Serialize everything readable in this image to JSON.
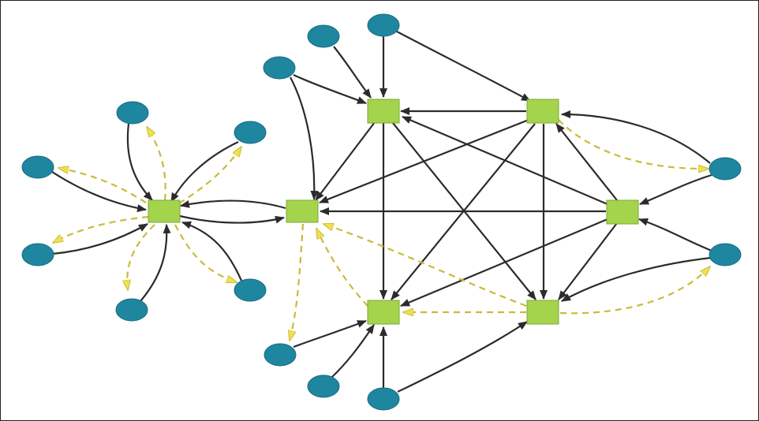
{
  "diagram": {
    "colors": {
      "hub_fill": "#a4d44c",
      "hub_stroke": "#7fa63a",
      "leaf_fill": "#1f86a0",
      "leaf_stroke": "#166b80",
      "solid_edge": "#2b2b2b",
      "dashed_edge": "#c9bb3a",
      "dashed_arrow_fill": "#f0e04a",
      "border": "#222222"
    },
    "hubs": [
      "hub-left",
      "hub-center",
      "hub-top",
      "hub-top-right",
      "hub-right",
      "hub-bottom-left",
      "hub-bottom-right"
    ],
    "leaves": [
      "leaf-l-top",
      "leaf-l-topright",
      "leaf-l-left",
      "leaf-l-lowleft",
      "leaf-l-bottom",
      "leaf-l-bottomright",
      "leaf-top-a",
      "leaf-top-b",
      "leaf-top-c",
      "leaf-right-top",
      "leaf-right-bottom",
      "leaf-bottom-a",
      "leaf-bottom-b",
      "leaf-bottom-c"
    ],
    "solid_edges": [
      [
        "leaf-l-top",
        "hub-left"
      ],
      [
        "leaf-l-topright",
        "hub-left"
      ],
      [
        "leaf-l-left",
        "hub-left"
      ],
      [
        "leaf-l-lowleft",
        "hub-left"
      ],
      [
        "leaf-l-bottom",
        "hub-left"
      ],
      [
        "leaf-l-bottomright",
        "hub-left"
      ],
      [
        "hub-left",
        "hub-center"
      ],
      [
        "hub-center",
        "hub-left"
      ],
      [
        "leaf-top-a",
        "hub-top"
      ],
      [
        "leaf-top-b",
        "hub-top"
      ],
      [
        "leaf-top-c",
        "hub-top"
      ],
      [
        "leaf-top-b",
        "hub-top-right"
      ],
      [
        "leaf-top-c",
        "hub-center"
      ],
      [
        "hub-top-right",
        "hub-top"
      ],
      [
        "hub-top",
        "hub-center"
      ],
      [
        "hub-top-right",
        "hub-center"
      ],
      [
        "hub-right",
        "hub-center"
      ],
      [
        "hub-right",
        "hub-top"
      ],
      [
        "hub-right",
        "hub-top-right"
      ],
      [
        "hub-top",
        "hub-bottom-left"
      ],
      [
        "hub-top",
        "hub-bottom-right"
      ],
      [
        "hub-top-right",
        "hub-bottom-left"
      ],
      [
        "hub-top-right",
        "hub-bottom-right"
      ],
      [
        "hub-right",
        "hub-bottom-left"
      ],
      [
        "hub-right",
        "hub-bottom-right"
      ],
      [
        "leaf-right-top",
        "hub-top-right"
      ],
      [
        "leaf-right-top",
        "hub-right"
      ],
      [
        "leaf-right-bottom",
        "hub-right"
      ],
      [
        "leaf-right-bottom",
        "hub-bottom-right"
      ],
      [
        "leaf-bottom-a",
        "hub-bottom-left"
      ],
      [
        "leaf-bottom-b",
        "hub-bottom-left"
      ],
      [
        "leaf-bottom-c",
        "hub-bottom-left"
      ],
      [
        "leaf-bottom-c",
        "hub-bottom-right"
      ]
    ],
    "dashed_edges": [
      [
        "hub-left",
        "leaf-l-top"
      ],
      [
        "hub-left",
        "leaf-l-topright"
      ],
      [
        "hub-left",
        "leaf-l-left"
      ],
      [
        "hub-left",
        "leaf-l-lowleft"
      ],
      [
        "hub-left",
        "leaf-l-bottom"
      ],
      [
        "hub-left",
        "leaf-l-bottomright"
      ],
      [
        "hub-center",
        "leaf-bottom-a"
      ],
      [
        "hub-bottom-left",
        "hub-center"
      ],
      [
        "hub-bottom-right",
        "hub-center"
      ],
      [
        "hub-bottom-right",
        "hub-bottom-left"
      ],
      [
        "hub-bottom-right",
        "leaf-right-bottom"
      ],
      [
        "hub-top-right",
        "leaf-right-top"
      ]
    ]
  }
}
